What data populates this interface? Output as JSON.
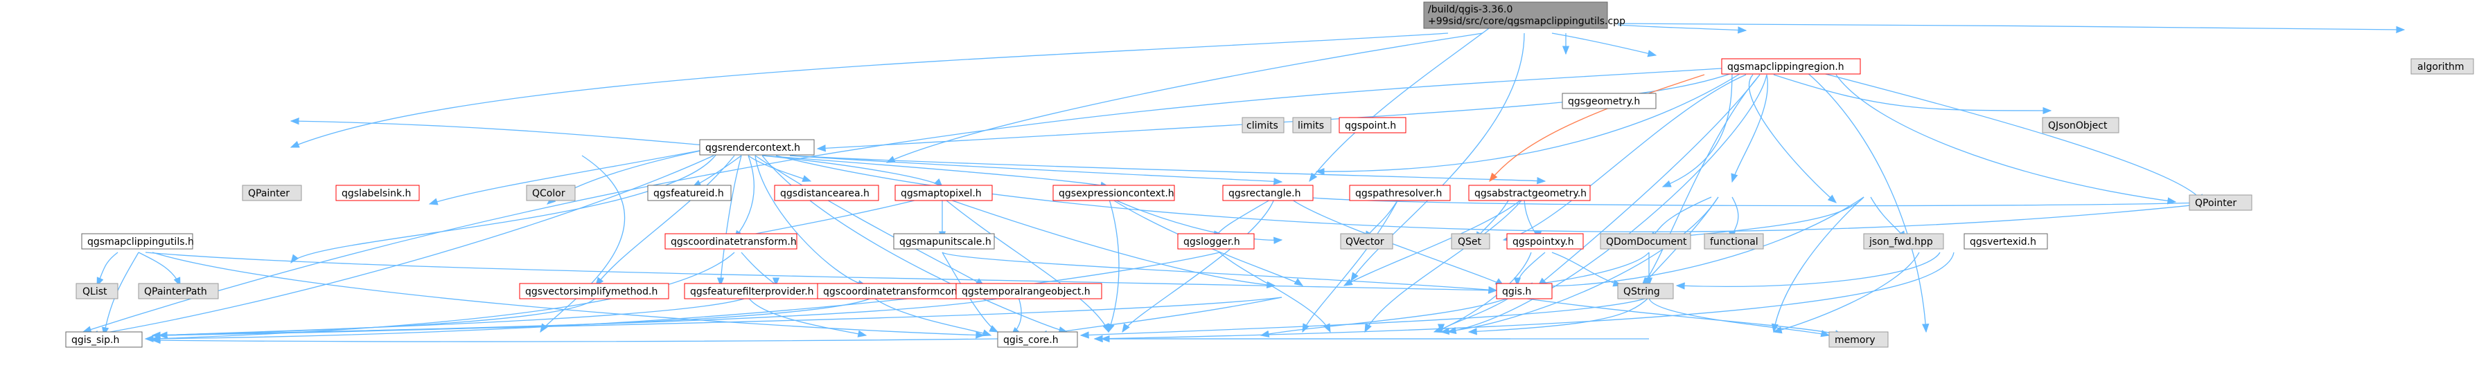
{
  "graph": {
    "root": {
      "line1": "/build/qgis-3.36.0",
      "line2": "+99sid/src/core/qgsmapclippingutils.cpp"
    },
    "nodes": {
      "qgsmapclippingregion": "qgsmapclippingregion.h",
      "algorithm": "algorithm",
      "qgsgeometry": "qgsgeometry.h",
      "qgsrendercontext": "qgsrendercontext.h",
      "climits": "climits",
      "limits": "limits",
      "qgspoint": "qgspoint.h",
      "qjsonobject": "QJsonObject",
      "qpainter": "QPainter",
      "qgslabelsink": "qgslabelsink.h",
      "qcolor": "QColor",
      "qgsfeatureid": "qgsfeatureid.h",
      "qgsdistancearea": "qgsdistancearea.h",
      "qgsmaptopixel": "qgsmaptopixel.h",
      "qgsexpressioncontext": "qgsexpressioncontext.h",
      "qgsrectangle": "qgsrectangle.h",
      "qgspathresolver": "qgspathresolver.h",
      "qgsabstractgeometry": "qgsabstractgeometry.h",
      "qgsmapclippingutils": "qgsmapclippingutils.h",
      "qgscoordinatetransform": "qgscoordinatetransform.h",
      "qgsmapunitscale": "qgsmapunitscale.h",
      "qgslogger": "qgslogger.h",
      "qvector": "QVector",
      "qset": "QSet",
      "qgspointxy": "qgspointxy.h",
      "qdomdocument": "QDomDocument",
      "functional": "functional",
      "jsonfwd": "json_fwd.hpp",
      "qgsvertexid": "qgsvertexid.h",
      "qpointer": "QPointer",
      "qlist": "QList",
      "qpainterpath": "QPainterPath",
      "qgsvectorsimplifymethod": "qgsvectorsimplifymethod.h",
      "qgsfeaturefilterprovider": "qgsfeaturefilterprovider.h",
      "qgscoordinatetransformcontext": "qgscoordinatetransformcontext.h",
      "qgstemporalrangeobject": "qgstemporalrangeobject.h",
      "qgis": "qgis.h",
      "qstring": "QString",
      "qgis_sip": "qgis_sip.h",
      "qgis_core": "qgis_core.h",
      "memory": "memory"
    }
  },
  "colors": {
    "root_fill": "#999999",
    "node_fill": "#ffffff",
    "system_fill": "#e0e0e0",
    "black_border": "#666666",
    "red_border": "#ff0000",
    "gray_border": "#999999",
    "edge": "#63b8ff",
    "edge_template": "#ff7f50"
  }
}
